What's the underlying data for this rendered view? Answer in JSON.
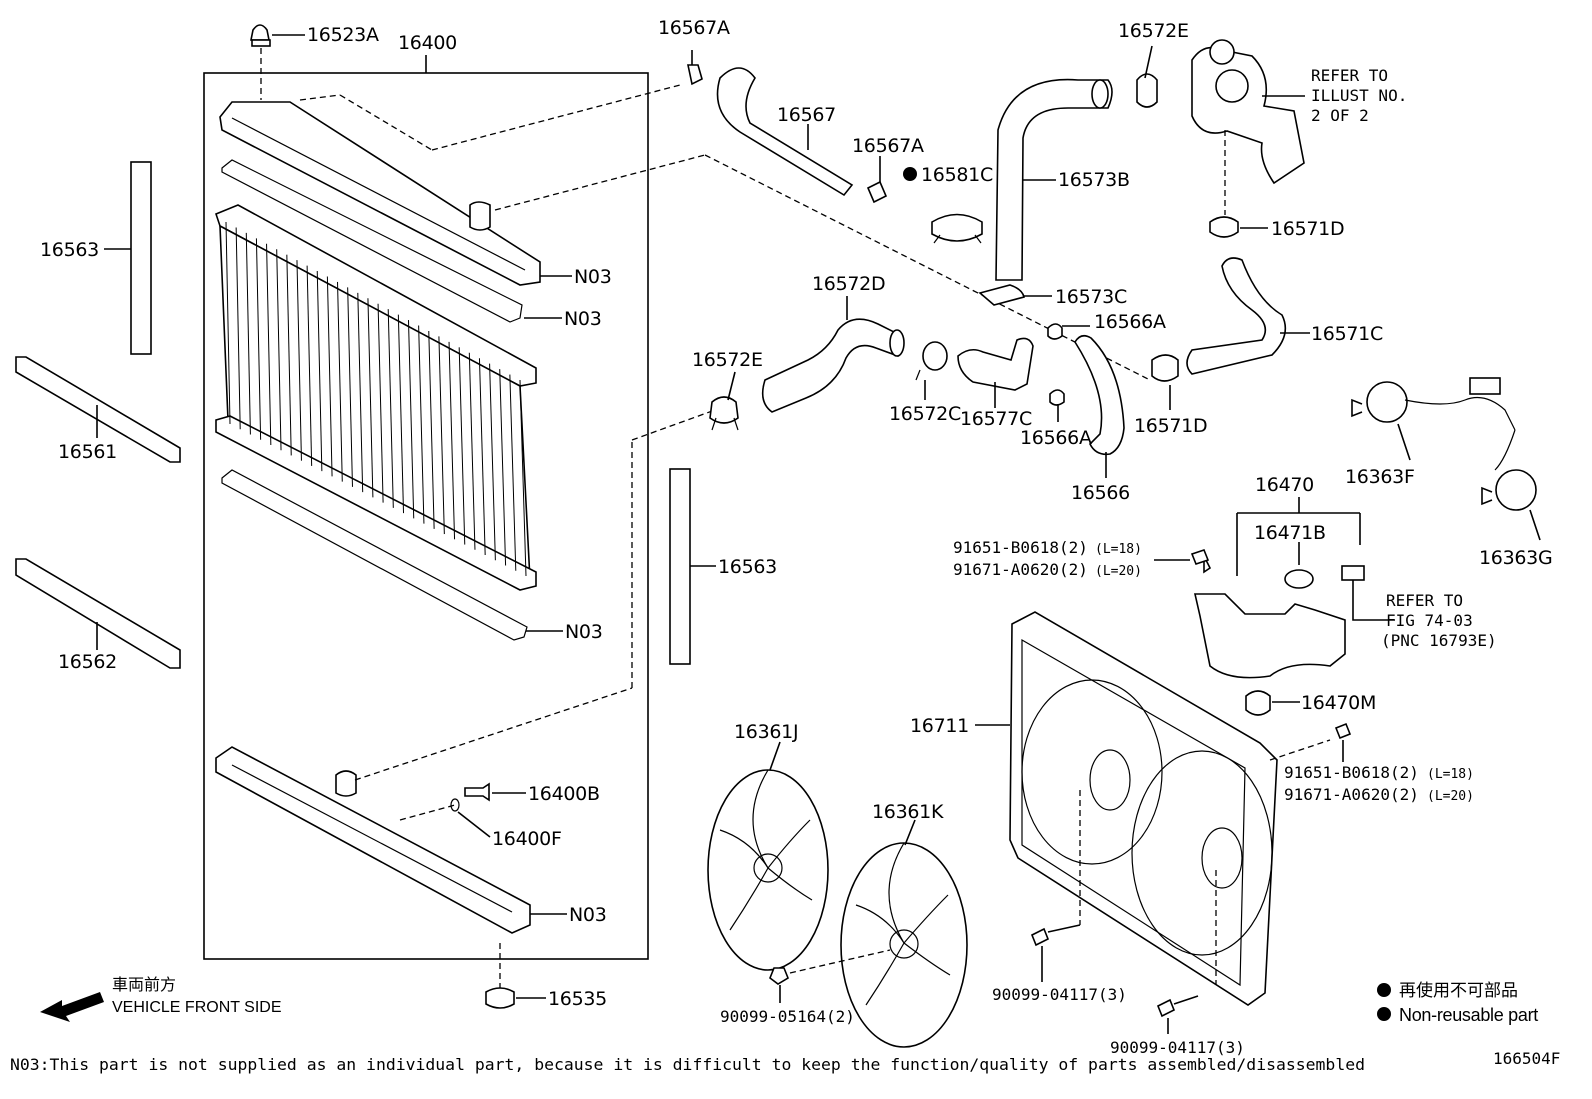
{
  "labels": {
    "p16523A": "16523A",
    "p16400": "16400",
    "p16563_left": "16563",
    "p16561": "16561",
    "p16562": "16562",
    "p16563_right": "16563",
    "n03_1": "N03",
    "n03_2": "N03",
    "n03_3": "N03",
    "n03_4": "N03",
    "p16400B": "16400B",
    "p16400F": "16400F",
    "p16535": "16535",
    "p16567A_top": "16567A",
    "p16567": "16567",
    "p16567A_mid": "16567A",
    "p16581C": "16581C",
    "p16573B": "16573B",
    "p16572E_top": "16572E",
    "p16571D_top": "16571D",
    "p16573C": "16573C",
    "p16566A_top": "16566A",
    "p16571C": "16571C",
    "p16572D": "16572D",
    "p16572E_left": "16572E",
    "p16572C": "16572C",
    "p16577C": "16577C",
    "p16566A_bot": "16566A",
    "p16571D_bot": "16571D",
    "p16566": "16566",
    "p16363F": "16363F",
    "p16363G": "16363G",
    "p16470": "16470",
    "p16471B": "16471B",
    "p16470M": "16470M",
    "p16711": "16711",
    "p16361J": "16361J",
    "p16361K": "16361K",
    "bolt_a1": "91651-B0618(2)",
    "bolt_a1_len": "(L=18)",
    "bolt_a2": "91671-A0620(2)",
    "bolt_a2_len": "(L=20)",
    "bolt_b1": "91651-B0618(2)",
    "bolt_b1_len": "(L=18)",
    "bolt_b2": "91671-A0620(2)",
    "bolt_b2_len": "(L=20)",
    "p90099_05164": "90099-05164(2)",
    "p90099_04117_a": "90099-04117(3)",
    "p90099_04117_b": "90099-04117(3)"
  },
  "refer_illust": [
    "REFER TO",
    "ILLUST NO.",
    "2 OF 2"
  ],
  "refer_fig": [
    "REFER TO",
    "FIG 74-03",
    "(PNC 16793E)"
  ],
  "front_side": {
    "jp": "車両前方",
    "en": "VEHICLE FRONT SIDE"
  },
  "legend": {
    "jp": "再使用不可部品",
    "en": "Non-reusable part"
  },
  "footnote": "N03:This part is not supplied as an individual part, because it is difficult to keep the function/quality of parts assembled/disassembled",
  "figure_id": "166504F"
}
